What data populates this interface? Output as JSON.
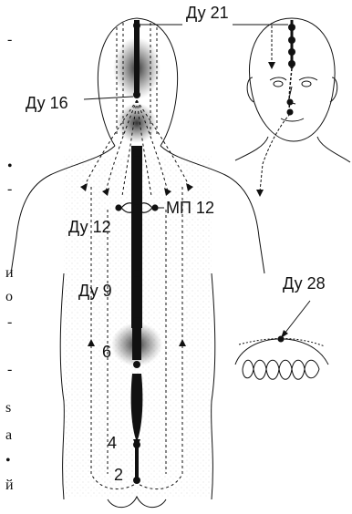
{
  "labels": {
    "du21": "Ду 21",
    "du16": "Ду 16",
    "mp12": "МП 12",
    "du12": "Ду 12",
    "du9": "Ду 9",
    "du28": "Ду 28",
    "n6": "6",
    "n4": "4",
    "n2": "2"
  },
  "margin_fragments": [
    "-",
    "•",
    "-",
    "и",
    "о",
    "-",
    "-",
    "s",
    "а",
    "•",
    "й"
  ],
  "colors": {
    "ink": "#111111",
    "paper": "#ffffff",
    "shade": "#555555"
  }
}
